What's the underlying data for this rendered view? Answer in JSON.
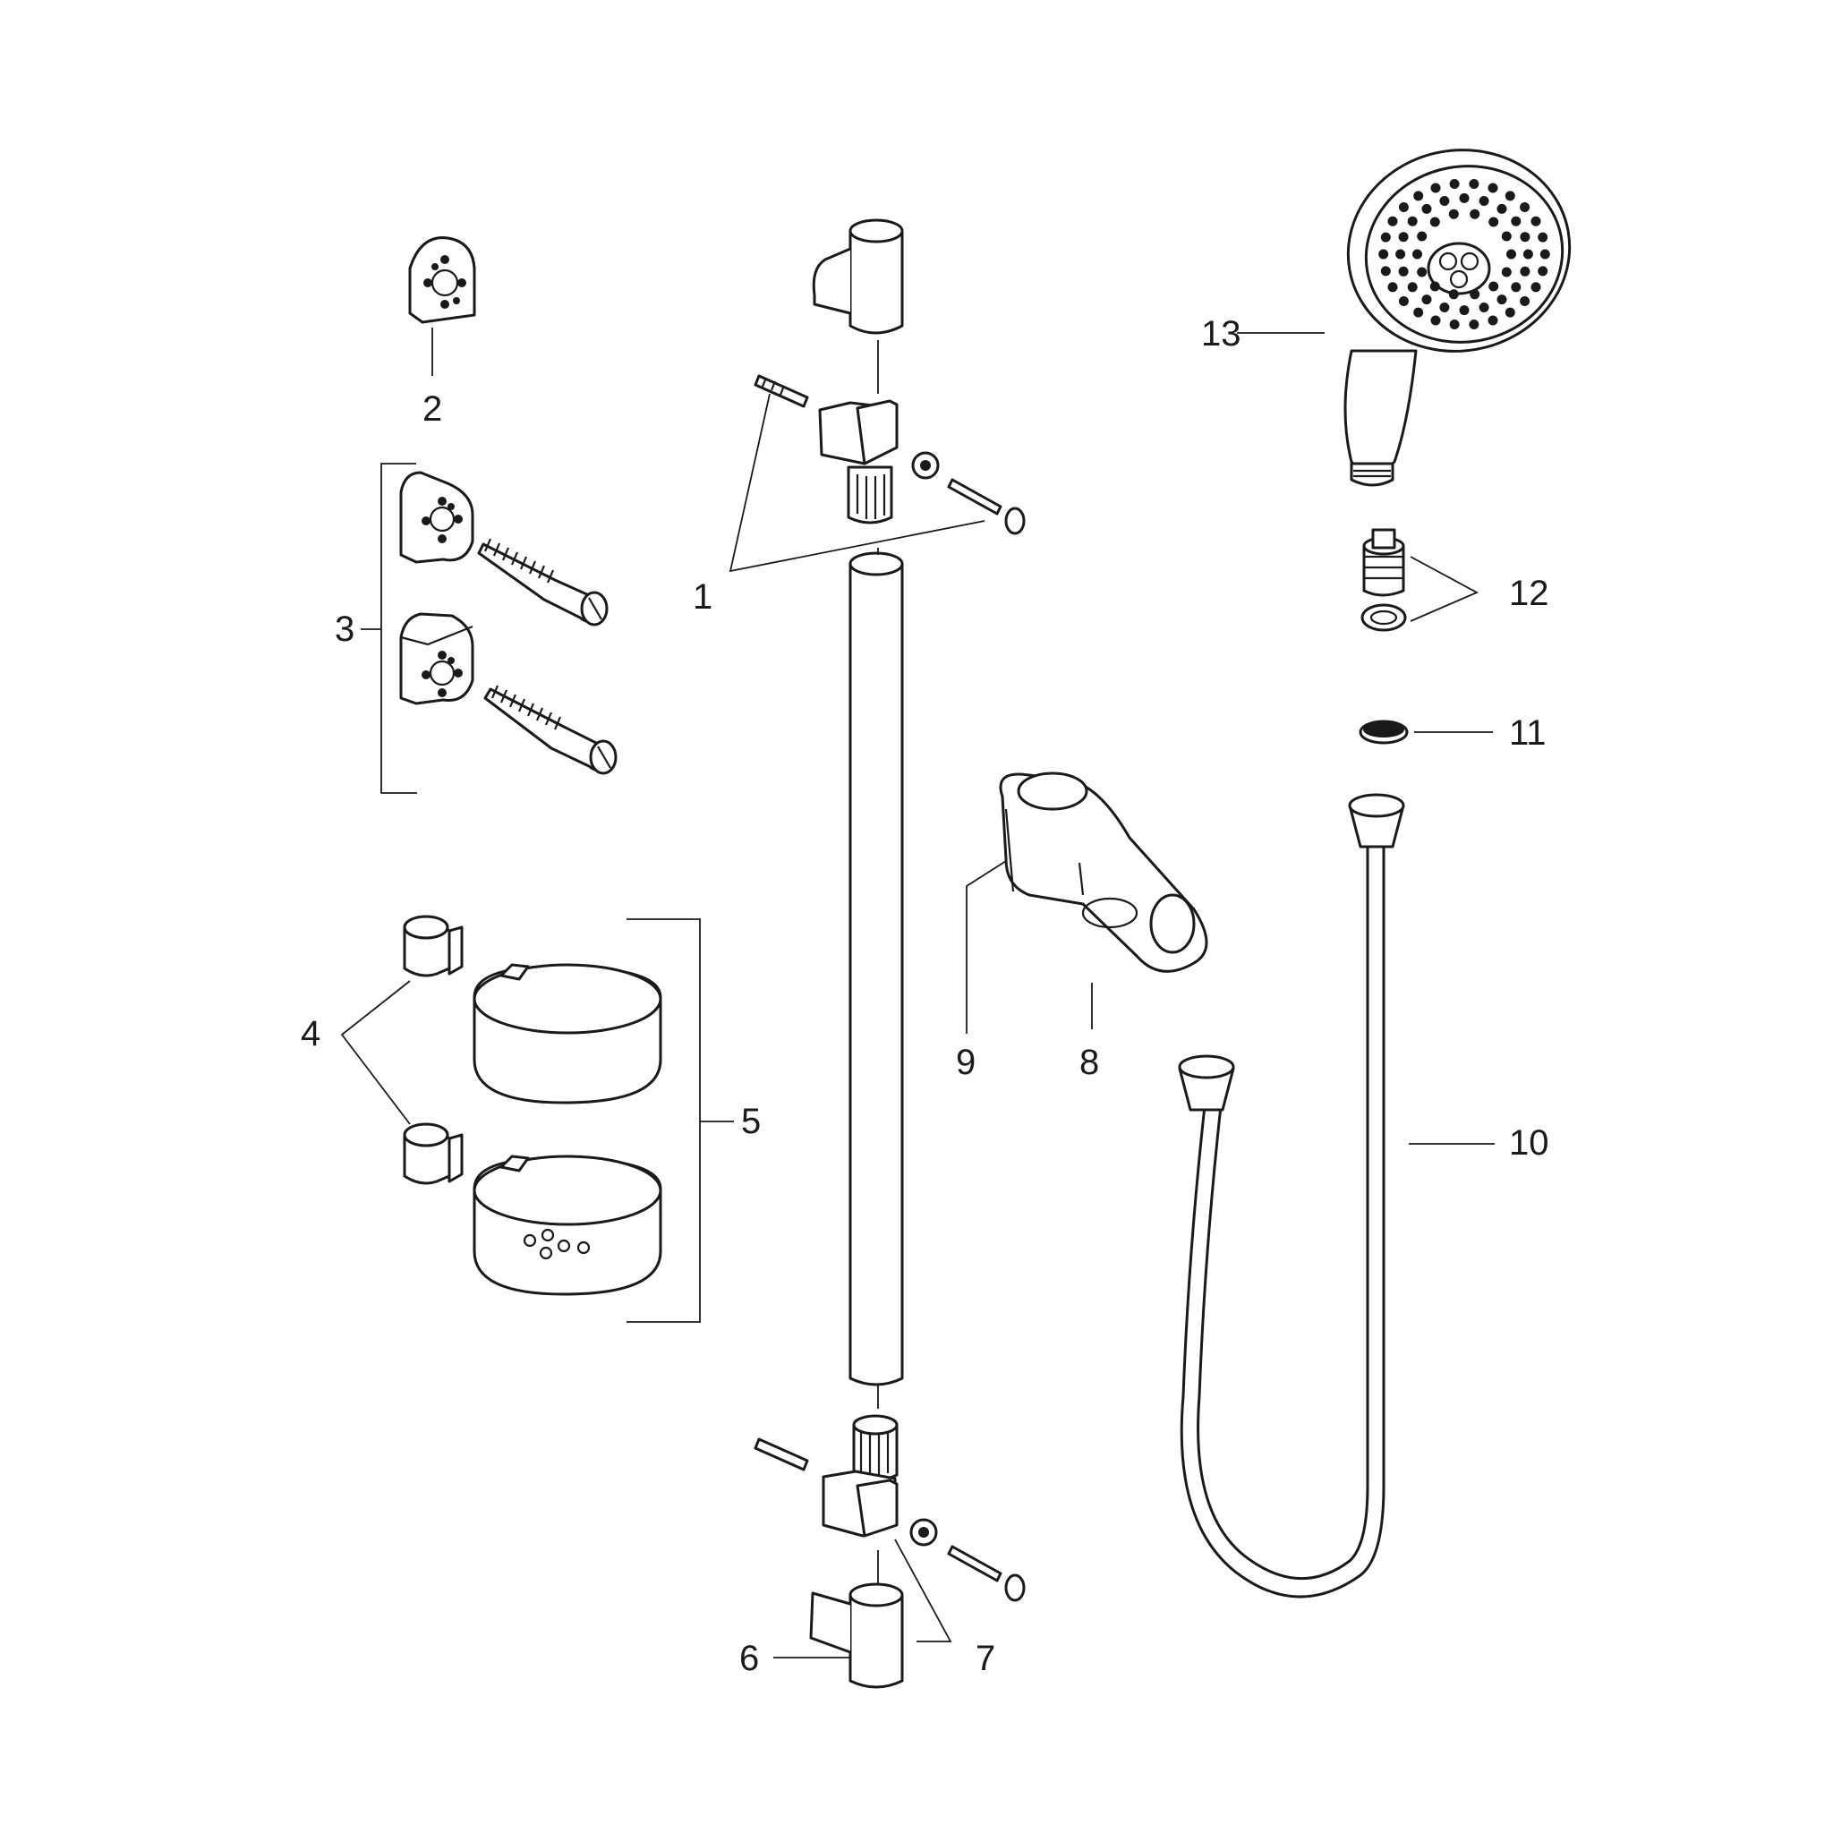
{
  "diagram": {
    "type": "exploded parts diagram",
    "callouts": [
      {
        "id": "1",
        "text": "1"
      },
      {
        "id": "2",
        "text": "2"
      },
      {
        "id": "3",
        "text": "3"
      },
      {
        "id": "4",
        "text": "4"
      },
      {
        "id": "5",
        "text": "5"
      },
      {
        "id": "6",
        "text": "6"
      },
      {
        "id": "7",
        "text": "7"
      },
      {
        "id": "8",
        "text": "8"
      },
      {
        "id": "9",
        "text": "9"
      },
      {
        "id": "10",
        "text": "10"
      },
      {
        "id": "11",
        "text": "11"
      },
      {
        "id": "12",
        "text": "12"
      },
      {
        "id": "13",
        "text": "13"
      }
    ]
  },
  "colors": {
    "ink": "#1a1a1a",
    "background": "#ffffff"
  }
}
